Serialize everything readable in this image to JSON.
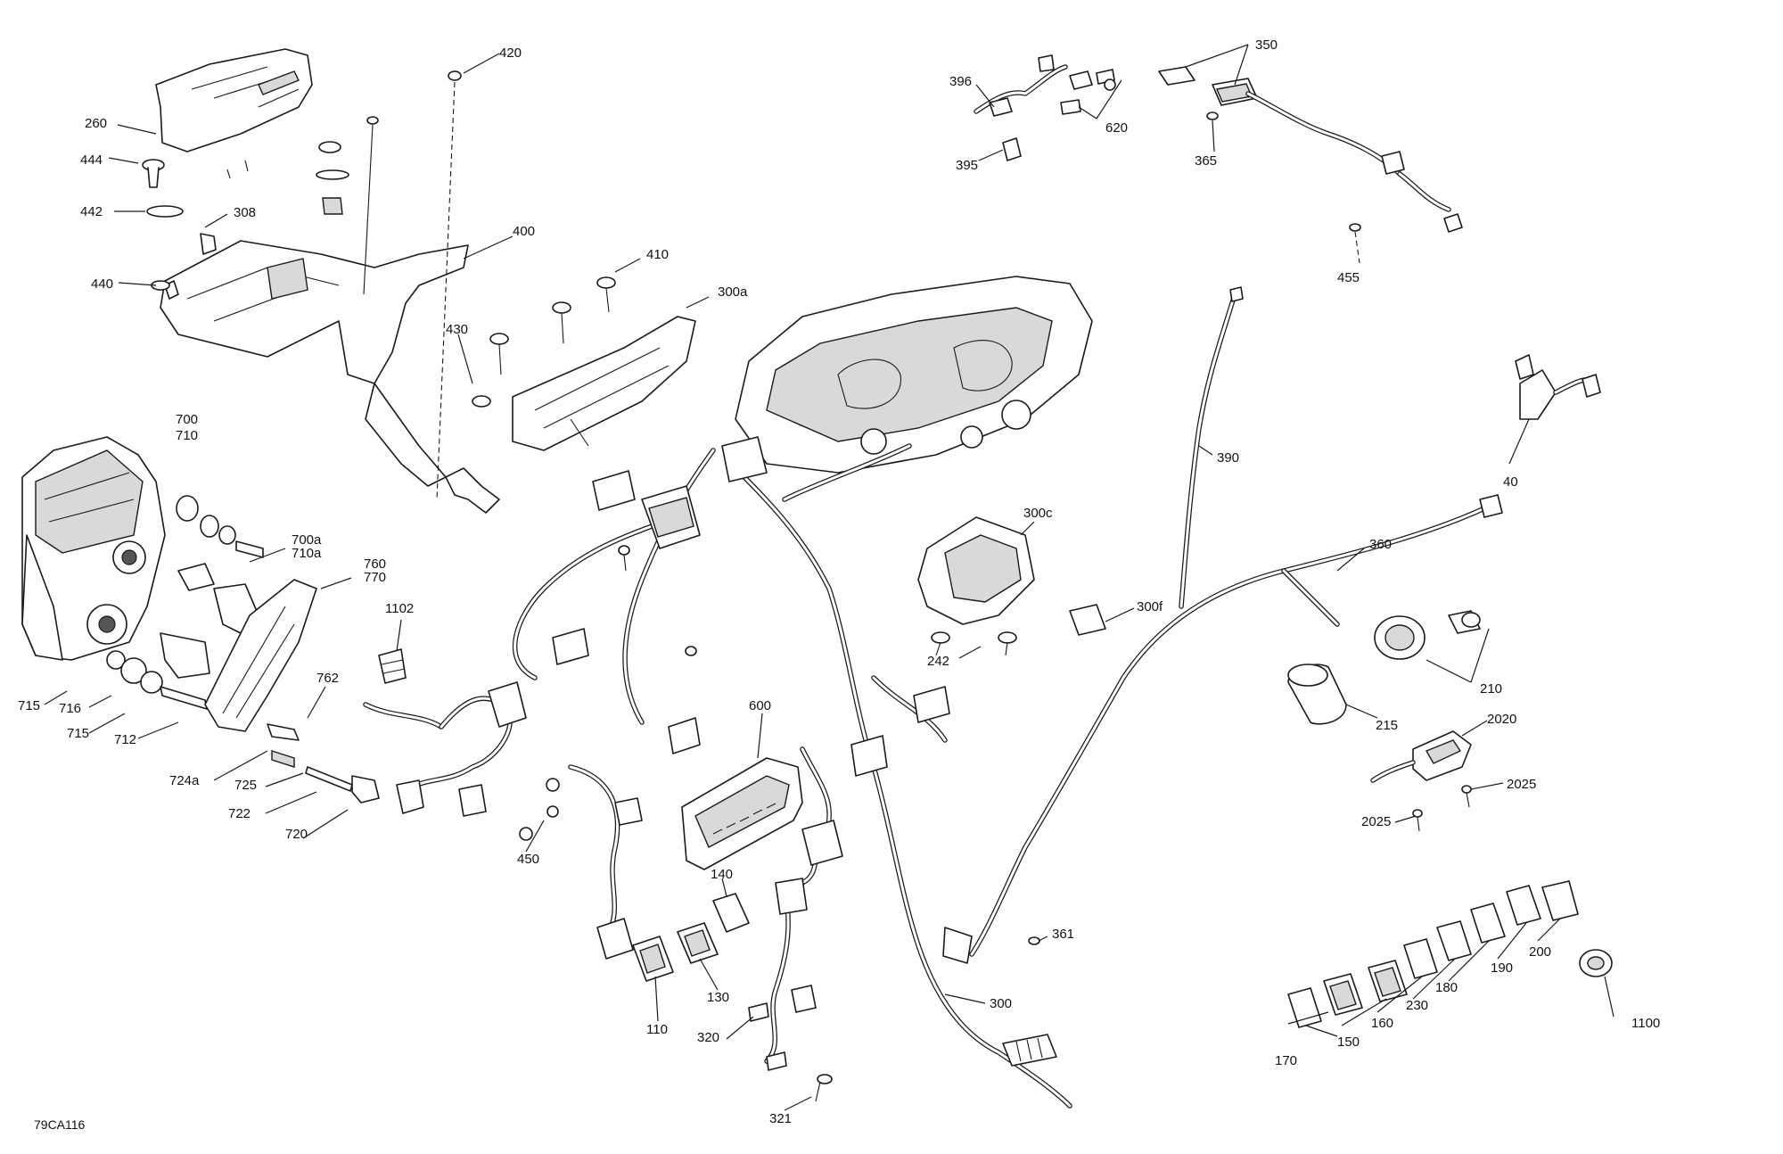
{
  "drawing_code": "79CA116",
  "callouts": [
    {
      "id": "c420",
      "text": "420"
    },
    {
      "id": "c260",
      "text": "260"
    },
    {
      "id": "c444",
      "text": "444"
    },
    {
      "id": "c442",
      "text": "442"
    },
    {
      "id": "c308",
      "text": "308"
    },
    {
      "id": "c400",
      "text": "400"
    },
    {
      "id": "c440",
      "text": "440"
    },
    {
      "id": "c410",
      "text": "410"
    },
    {
      "id": "c300a",
      "text": "300a"
    },
    {
      "id": "c430",
      "text": "430"
    },
    {
      "id": "c700",
      "text": "700"
    },
    {
      "id": "c710",
      "text": "710"
    },
    {
      "id": "c700a",
      "text": "700a"
    },
    {
      "id": "c710a",
      "text": "710a"
    },
    {
      "id": "c760",
      "text": "760"
    },
    {
      "id": "c770",
      "text": "770"
    },
    {
      "id": "c1102",
      "text": "1102"
    },
    {
      "id": "c762",
      "text": "762"
    },
    {
      "id": "c715a",
      "text": "715"
    },
    {
      "id": "c716",
      "text": "716"
    },
    {
      "id": "c715b",
      "text": "715"
    },
    {
      "id": "c712",
      "text": "712"
    },
    {
      "id": "c724a",
      "text": "724a"
    },
    {
      "id": "c725",
      "text": "725"
    },
    {
      "id": "c722",
      "text": "722"
    },
    {
      "id": "c720",
      "text": "720"
    },
    {
      "id": "c450",
      "text": "450"
    },
    {
      "id": "c600",
      "text": "600"
    },
    {
      "id": "c140",
      "text": "140"
    },
    {
      "id": "c130",
      "text": "130"
    },
    {
      "id": "c110",
      "text": "110"
    },
    {
      "id": "c320",
      "text": "320"
    },
    {
      "id": "c321",
      "text": "321"
    },
    {
      "id": "c300",
      "text": "300"
    },
    {
      "id": "c396",
      "text": "396"
    },
    {
      "id": "c395",
      "text": "395"
    },
    {
      "id": "c620",
      "text": "620"
    },
    {
      "id": "c350",
      "text": "350"
    },
    {
      "id": "c365",
      "text": "365"
    },
    {
      "id": "c455",
      "text": "455"
    },
    {
      "id": "c390",
      "text": "390"
    },
    {
      "id": "c40",
      "text": "40"
    },
    {
      "id": "c300c",
      "text": "300c"
    },
    {
      "id": "c300f",
      "text": "300f"
    },
    {
      "id": "c242",
      "text": "242"
    },
    {
      "id": "c360",
      "text": "360"
    },
    {
      "id": "c210",
      "text": "210"
    },
    {
      "id": "c215",
      "text": "215"
    },
    {
      "id": "c2020",
      "text": "2020"
    },
    {
      "id": "c2025a",
      "text": "2025"
    },
    {
      "id": "c2025b",
      "text": "2025"
    },
    {
      "id": "c361",
      "text": "361"
    },
    {
      "id": "c200",
      "text": "200"
    },
    {
      "id": "c190",
      "text": "190"
    },
    {
      "id": "c180",
      "text": "180"
    },
    {
      "id": "c230",
      "text": "230"
    },
    {
      "id": "c160",
      "text": "160"
    },
    {
      "id": "c150",
      "text": "150"
    },
    {
      "id": "c170",
      "text": "170"
    },
    {
      "id": "c1100",
      "text": "1100"
    }
  ]
}
